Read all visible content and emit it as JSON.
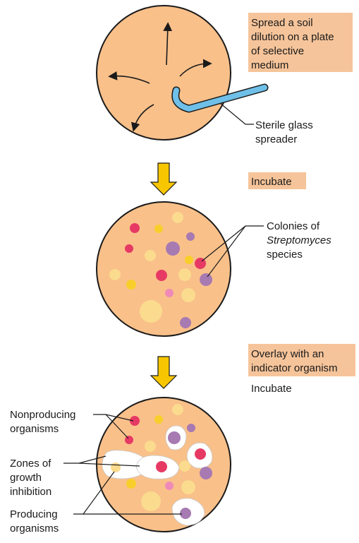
{
  "steps": {
    "spread": {
      "line1": "Spread a soil",
      "line2": "dilution on a plate",
      "line3": "of selective",
      "line4": "medium"
    },
    "incubate1": "Incubate",
    "overlay": {
      "line1": "Overlay with an",
      "line2": "indicator organism"
    },
    "incubate2": "Incubate"
  },
  "labels": {
    "spreader": {
      "line1": "Sterile glass",
      "line2": "spreader"
    },
    "colonies": {
      "line1": "Colonies of",
      "line2_italic": "Streptomyces",
      "line3": "species"
    },
    "nonproducing": {
      "line1": "Nonproducing",
      "line2": "organisms"
    },
    "zones": {
      "line1": "Zones of",
      "line2": "growth",
      "line3": "inhibition"
    },
    "producing": {
      "line1": "Producing",
      "line2": "organisms"
    }
  },
  "colors": {
    "plate": "#f9c08a",
    "plate_edge": "#1a1a1a",
    "label_box": "#f6c49a",
    "arrow": "#f7c600",
    "spreader": "#6fc0e8",
    "colony_red": "#e63a64",
    "colony_yellow": "#f8cf2a",
    "colony_pale": "#fbdb8e",
    "colony_purple": "#a77ab2",
    "colony_pink": "#ef8ab8",
    "zone": "#ffffff"
  }
}
